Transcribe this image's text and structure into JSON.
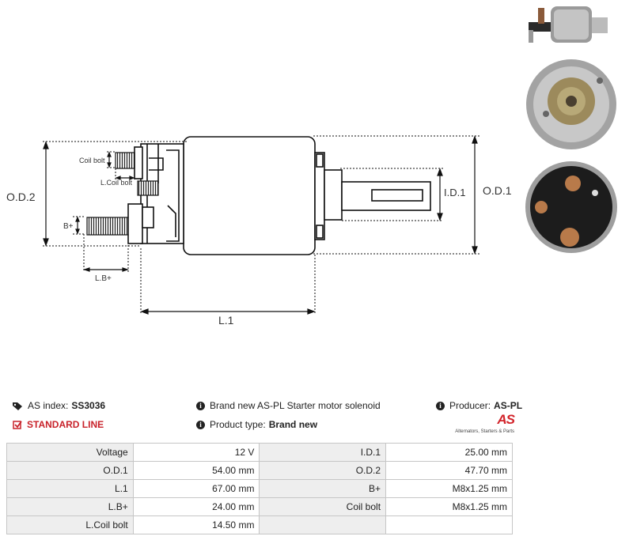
{
  "drawing": {
    "labels": {
      "od2": "O.D.2",
      "od1": "O.D.1",
      "id1": "I.D.1",
      "l1": "L.1",
      "lbplus": "L.B+",
      "bplus": "B+",
      "coil_bolt": "Coil bolt",
      "l_coil_bolt": "L.Coil bolt"
    }
  },
  "info": {
    "as_index_label": "AS index:",
    "as_index_value": "SS3036",
    "standard_line": "STANDARD LINE",
    "description": "Brand new AS-PL Starter motor solenoid",
    "product_type_label": "Product type:",
    "product_type_value": "Brand new",
    "producer_label": "Producer:",
    "producer_value": "AS-PL"
  },
  "logo": {
    "mark": "AS",
    "tagline": "Alternators, Starters & Parts"
  },
  "specs": [
    {
      "label1": "Voltage",
      "value1": "12 V",
      "label2": "I.D.1",
      "value2": "25.00 mm"
    },
    {
      "label1": "O.D.1",
      "value1": "54.00 mm",
      "label2": "O.D.2",
      "value2": "47.70 mm"
    },
    {
      "label1": "L.1",
      "value1": "67.00 mm",
      "label2": "B+",
      "value2": "M8x1.25 mm"
    },
    {
      "label1": "L.B+",
      "value1": "24.00 mm",
      "label2": "Coil bolt",
      "value2": "M8x1.25 mm"
    },
    {
      "label1": "L.Coil bolt",
      "value1": "14.50 mm",
      "label2": "",
      "value2": ""
    }
  ],
  "colors": {
    "accent_red": "#c8222a",
    "table_label_bg": "#eeeeee",
    "table_border": "#c6c6c6"
  },
  "icons": [
    "tag-icon",
    "check-square-icon",
    "info-icon"
  ]
}
